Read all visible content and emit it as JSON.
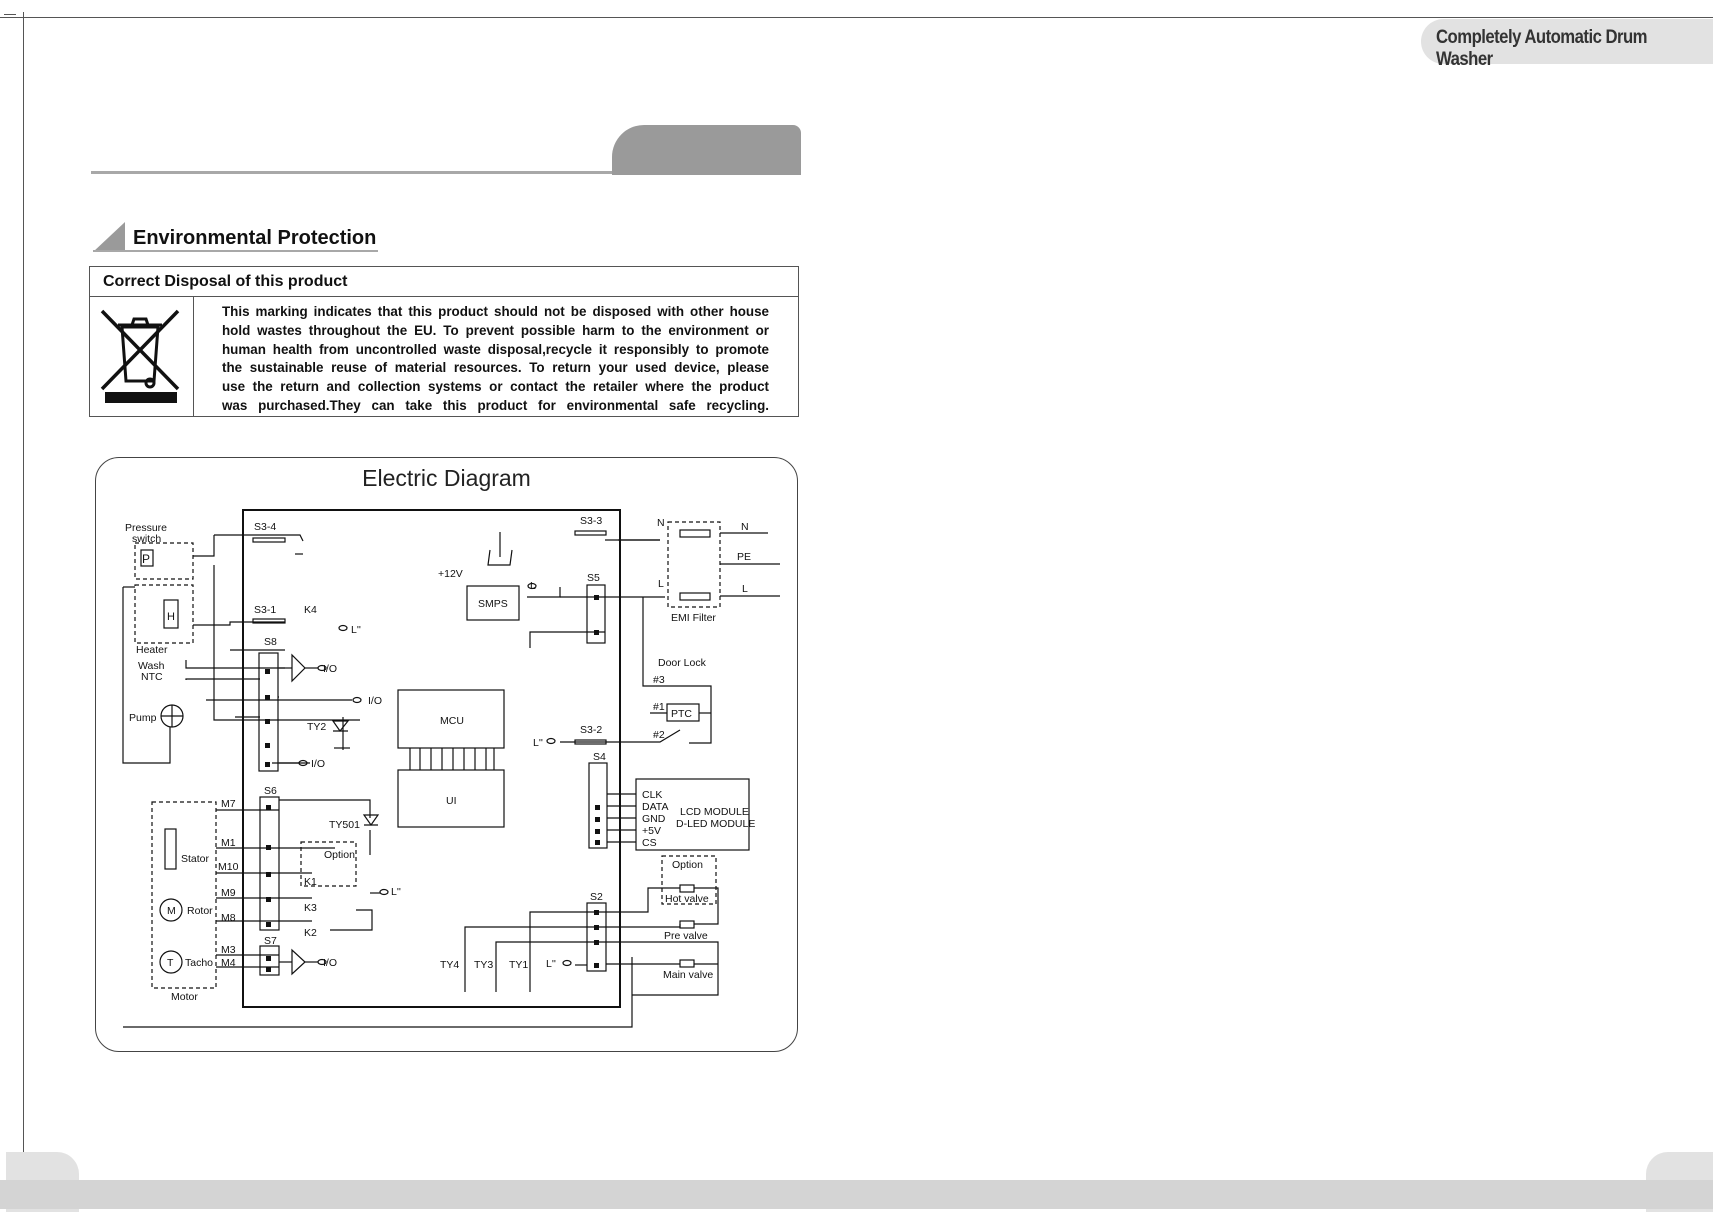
{
  "header": {
    "title": "Completely Automatic Drum Washer"
  },
  "environmental": {
    "title": "Environmental Protection",
    "disposal_title": "Correct Disposal of this product",
    "lines": [
      "This marking indicates that this product should not be disposed with other house",
      "hold wastes throughout the EU. To prevent possible harm to the environment or",
      "human health from uncontrolled waste disposal,recycle  it responsibly to promote",
      "the sustainable reuse of material resources. To return your used device, please",
      "use the return and collection systems or contact the retailer where the product",
      "was purchased.They can take this product for environmental  safe recycling."
    ]
  },
  "diagram": {
    "title": "Electric Diagram",
    "labels": {
      "pressure": "Pressure",
      "switch": "switch",
      "p": "P",
      "h": "H",
      "heater": "Heater",
      "wash": "Wash",
      "ntc": "NTC",
      "pump": "Pump",
      "s3_4": "S3-4",
      "s3_1": "S3-1",
      "s3_3": "S3-3",
      "s3_2": "S3-2",
      "k4": "K4",
      "s8": "S8",
      "s5": "S5",
      "s4": "S4",
      "s6": "S6",
      "s7": "S7",
      "s2": "S2",
      "smps": "SMPS",
      "mcu": "MCU",
      "ui": "UI",
      "plus12v": "+12V",
      "l": "L",
      "l_dbl": "L''",
      "io": "I/O",
      "ty2": "TY2",
      "ty501": "TY501",
      "ty4": "TY4",
      "ty3": "TY3",
      "ty1": "TY1",
      "n": "N",
      "pe": "PE",
      "emi_filter": "EMI Filter",
      "door_lock": "Door Lock",
      "hash3": "#3",
      "hash1": "#1",
      "hash2": "#2",
      "ptc": "PTC",
      "clk": "CLK",
      "data": "DATA",
      "gnd": "GND",
      "plus5v": "+5V",
      "cs": "CS",
      "lcd_module": "LCD MODULE",
      "dled_module": "D-LED MODULE",
      "option": "Option",
      "hot_valve": "Hot valve",
      "pre_valve": "Pre valve",
      "main_valve": "Main valve",
      "m7": "M7",
      "m1": "M1",
      "m10": "M10",
      "m9": "M9",
      "m8": "M8",
      "m3": "M3",
      "m4": "M4",
      "stator": "Stator",
      "rotor": "Rotor",
      "tacho": "Tacho",
      "m": "M",
      "t": "T",
      "motor": "Motor",
      "k1": "K1",
      "k3": "K3",
      "k2": "K2"
    }
  }
}
